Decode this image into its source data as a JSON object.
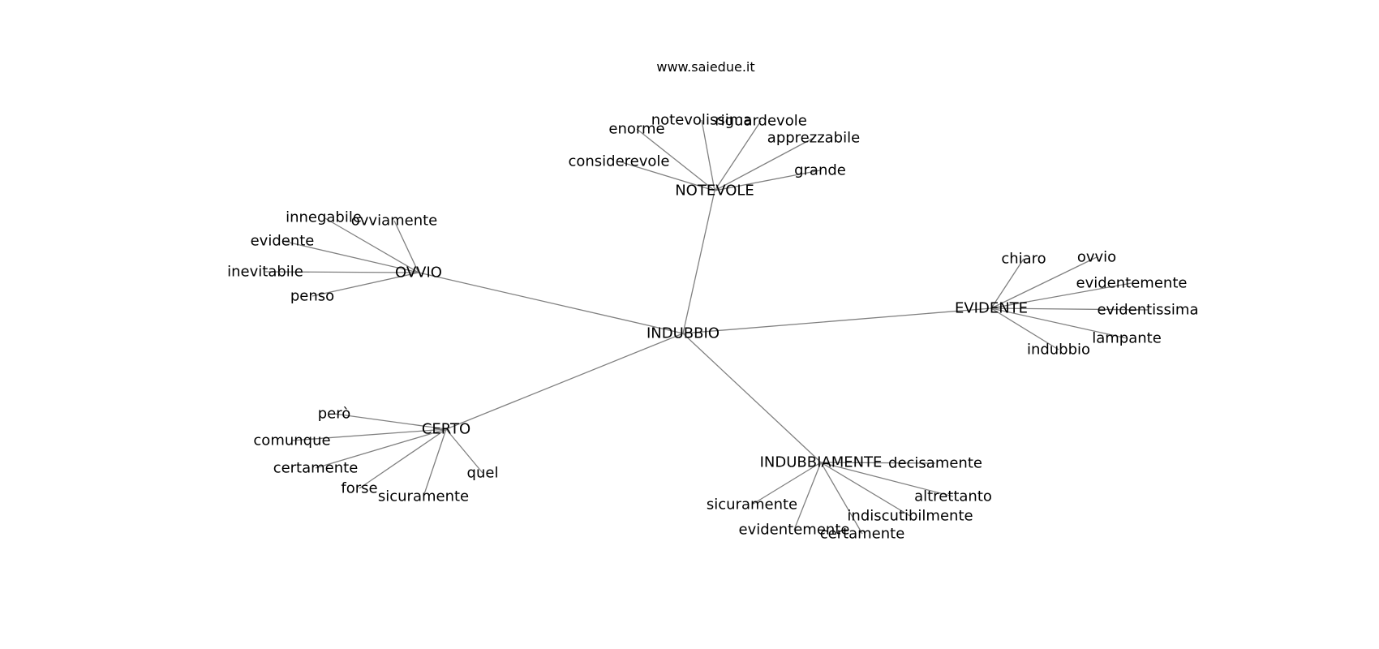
{
  "credit": "www.saiedue.it",
  "graph": {
    "center": "INDUBBIO",
    "groups": [
      {
        "hub": "NOTEVOLE",
        "words": [
          "notevolissima",
          "riguardevole",
          "enorme",
          "apprezzabile",
          "considerevole",
          "grande"
        ]
      },
      {
        "hub": "OVVIO",
        "words": [
          "innegabile",
          "ovviamente",
          "evidente",
          "inevitabile",
          "penso"
        ]
      },
      {
        "hub": "EVIDENTE",
        "words": [
          "chiaro",
          "ovvio",
          "evidentemente",
          "evidentissima",
          "lampante",
          "indubbio"
        ]
      },
      {
        "hub": "CERTO",
        "words": [
          "però",
          "comunque",
          "certamente",
          "forse",
          "sicuramente",
          "quel"
        ]
      },
      {
        "hub": "INDUBBIAMENTE",
        "words": [
          "decisamente",
          "altrettanto",
          "sicuramente",
          "indiscutibilmente",
          "evidentemente",
          "certamente"
        ]
      }
    ]
  }
}
